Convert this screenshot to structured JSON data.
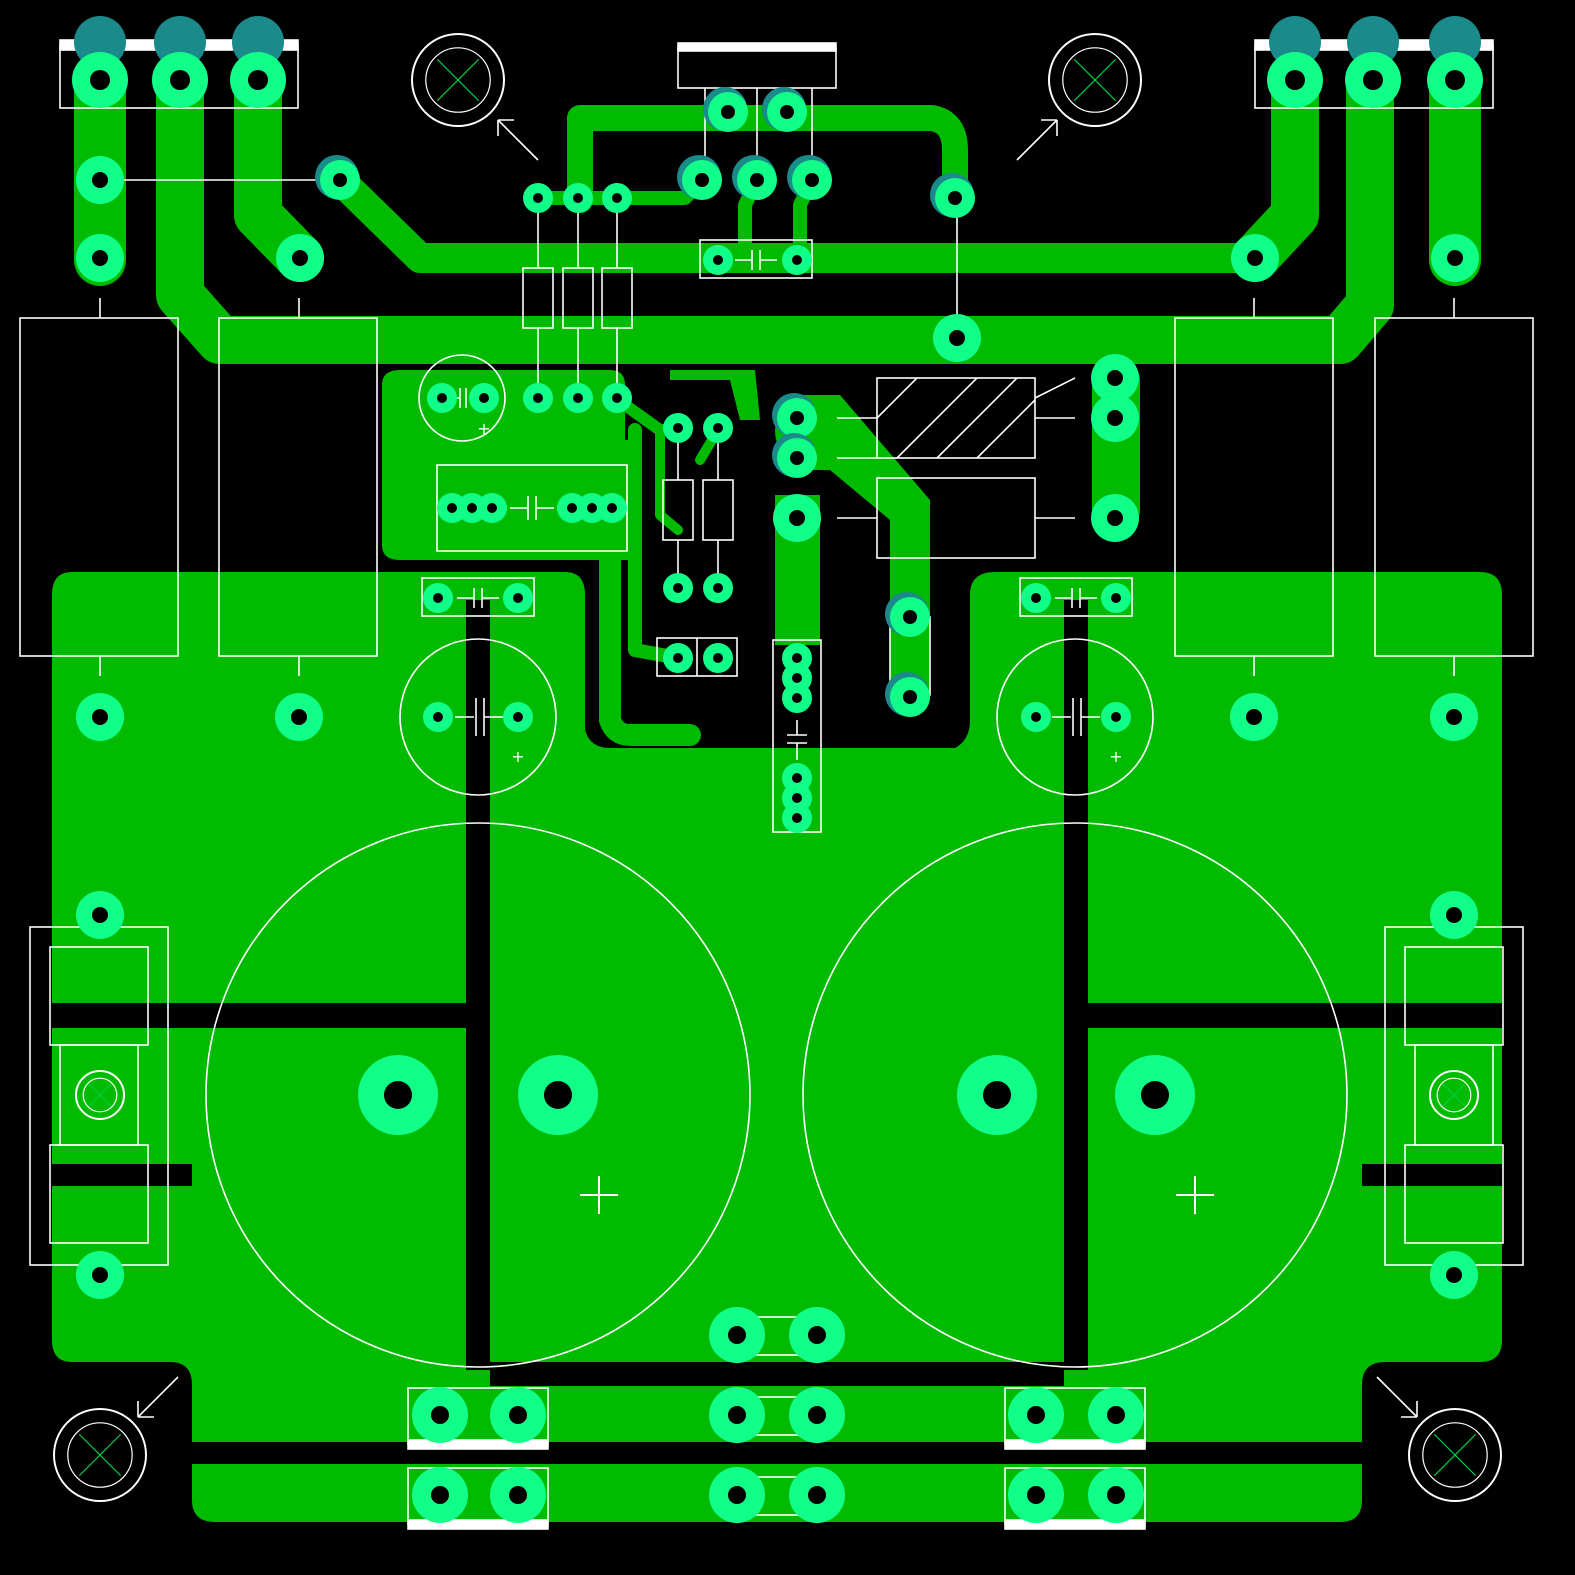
{
  "board": {
    "title": "",
    "colors": {
      "background": "#000000",
      "copper": "#00bb00",
      "pad": "#11ff88",
      "pad_bottom": "#1a8a8a",
      "silkscreen": "#ffffff",
      "hole": "#000000",
      "mount_cross": "#00cc44"
    },
    "silk_glyphs": {
      "polarity_plus": "+"
    },
    "layers": [
      "copper-top",
      "pads",
      "silkscreen"
    ]
  }
}
